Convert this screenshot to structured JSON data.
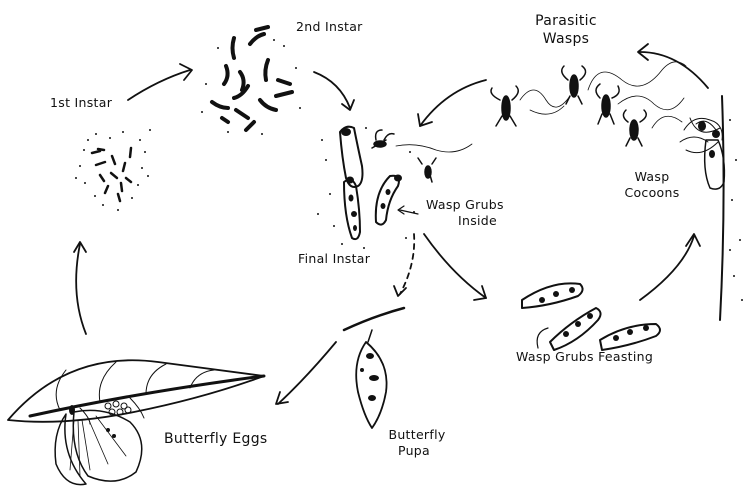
{
  "labels": {
    "first_instar": "1st Instar",
    "second_instar": "2nd Instar",
    "parasitic_wasps_line1": "Parasitic",
    "parasitic_wasps_line2": "Wasps",
    "wasp_cocoons_line1": "Wasp",
    "wasp_cocoons_line2": "Cocoons",
    "wasp_grubs_inside_line1": "Wasp Grubs",
    "wasp_grubs_inside_line2": "Inside",
    "final_instar": "Final Instar",
    "wasp_grubs_feasting": "Wasp Grubs Feasting",
    "butterfly_eggs": "Butterfly Eggs",
    "butterfly_pupa_line1": "Butterfly",
    "butterfly_pupa_line2": "Pupa"
  },
  "colors": {
    "ink": "#111111",
    "background": "#ffffff"
  }
}
